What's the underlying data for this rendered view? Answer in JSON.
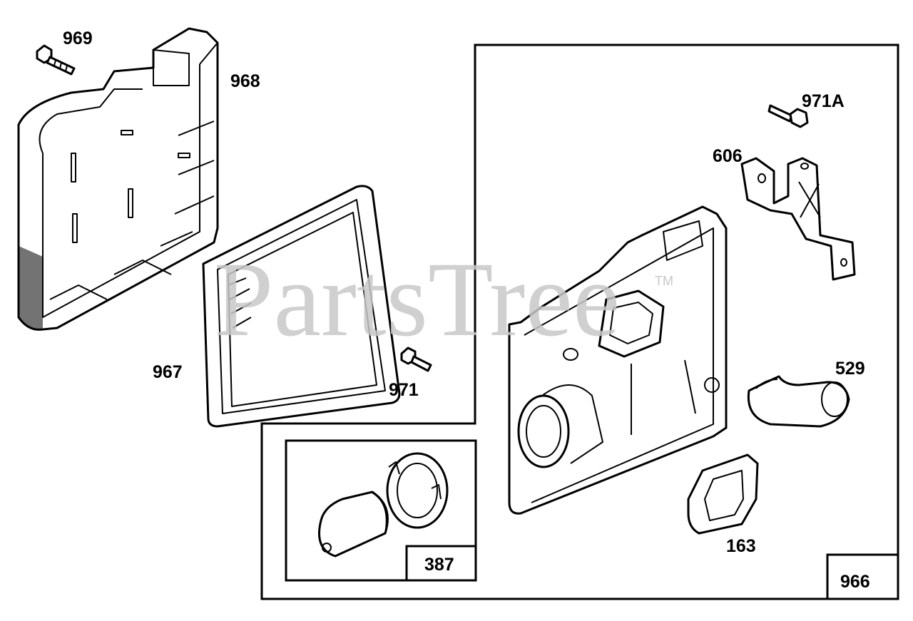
{
  "watermark": {
    "text": "PartsTree",
    "tm": "TM"
  },
  "labels": {
    "p969": "969",
    "p968": "968",
    "p967": "967",
    "p971": "971",
    "p971a": "971A",
    "p606": "606",
    "p529": "529",
    "p163": "163",
    "p387": "387",
    "p966": "966"
  },
  "colors": {
    "line": "#000000",
    "watermark": "#c8c8c8",
    "background": "#ffffff"
  }
}
